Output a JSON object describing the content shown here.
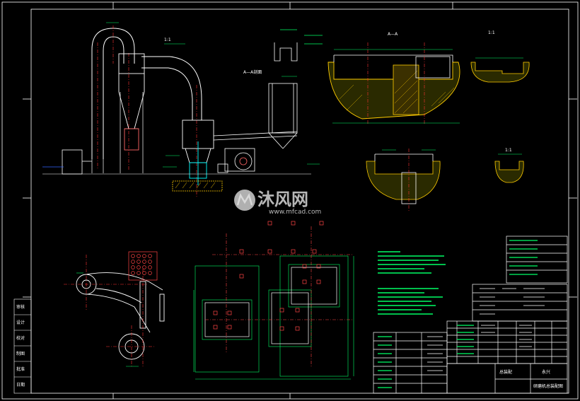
{
  "drawing": {
    "section_label_main": "A—A剖面",
    "section_label_top": "A—A",
    "detail_label_1": "1:1",
    "detail_label_2": "1:1",
    "detail_label_3": "1:1",
    "left_column_cells": [
      "审核",
      "设计",
      "校对",
      "制图",
      "批准",
      "日期"
    ],
    "title_block": {
      "drawing_name": "总装配",
      "project_name": "研磨机总装配图",
      "company": "永兴"
    },
    "colors": {
      "frame": "#ffffff",
      "duct": "#ffffff",
      "center_line": "#ff3333",
      "dimension": "#00ff66",
      "grid_red": "#ff4444",
      "section_fill": "#ffcc00",
      "table": "#ffffff",
      "highlight": "#00ffff"
    }
  },
  "watermark": {
    "brand_cn": "沐风网",
    "url": "www.mfcad.com",
    "icon": "mf-logo-icon"
  }
}
